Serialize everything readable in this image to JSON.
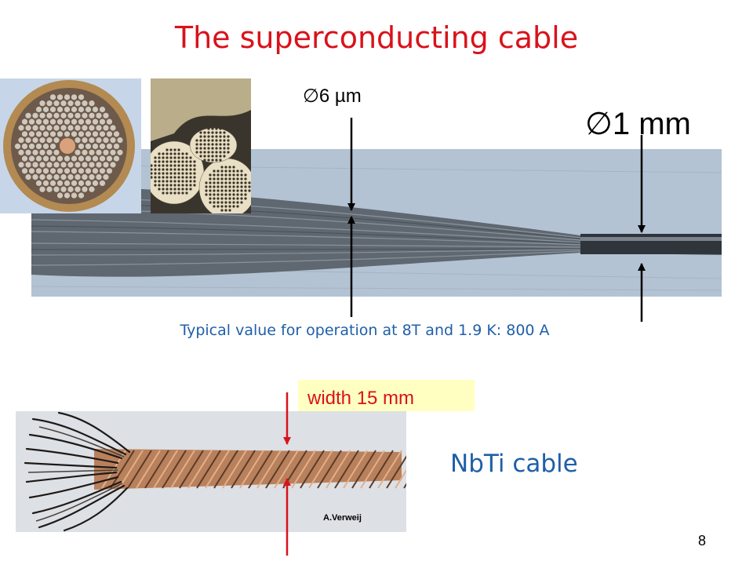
{
  "title": "The superconducting cable",
  "filament_label": "∅6 µm",
  "strand_label": "∅1 mm",
  "caption": "Typical value for operation at 8T and 1.9 K: 800 A",
  "cable_width_label": "width 15 mm",
  "cable_name": "NbTi cable",
  "photo_credit": "A.Verweij",
  "slide_number": "8",
  "colors": {
    "title": "#d9121b",
    "caption": "#1f5fa8",
    "highlight": "#ffffc2"
  }
}
